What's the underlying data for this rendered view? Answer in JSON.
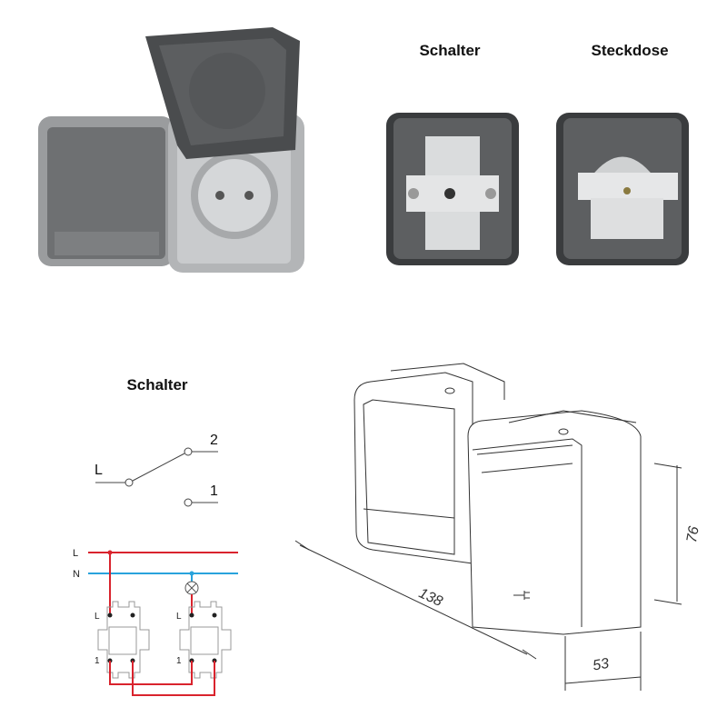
{
  "labels": {
    "photo_switch": "Schalter",
    "photo_socket": "Steckdose",
    "diagram_title": "Schalter"
  },
  "switch_symbol": {
    "input": "L",
    "contact_2": "2",
    "contact_1": "1"
  },
  "wiring": {
    "line_label": "L",
    "neutral_label": "N",
    "terminal_l": "L",
    "terminal_1": "1",
    "colors": {
      "line": "#d9232d",
      "neutral": "#29a3dc"
    }
  },
  "dimensions": {
    "width": "138",
    "height": "76",
    "depth": "53"
  }
}
